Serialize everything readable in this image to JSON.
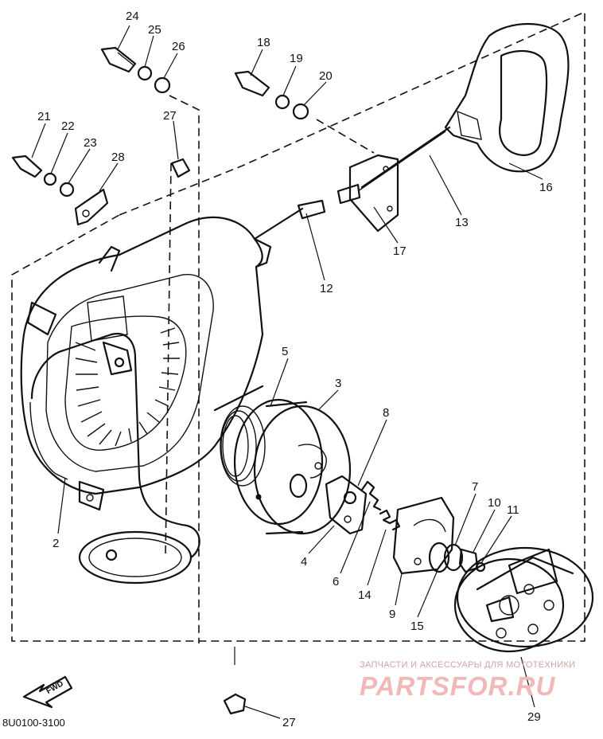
{
  "callouts": [
    "24",
    "25",
    "26",
    "18",
    "19",
    "20",
    "21",
    "22",
    "23",
    "28",
    "27",
    "16",
    "13",
    "17",
    "12",
    "5",
    "3",
    "8",
    "2",
    "4",
    "6",
    "14",
    "9",
    "15",
    "7",
    "10",
    "11",
    "29",
    "27"
  ],
  "direction_label": "FWD",
  "drawing_code": "8U0100-3100",
  "watermark": {
    "caption": "ЗАПЧАСТИ И АКСЕССУАРЫ ДЛЯ МОТОТЕХНИКИ",
    "brand": "PARTSFOR.RU"
  }
}
